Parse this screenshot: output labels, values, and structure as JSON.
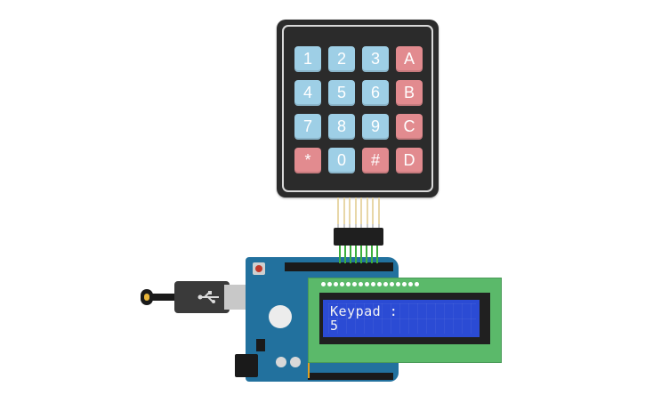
{
  "keypad": {
    "rows": [
      [
        {
          "label": "1",
          "kind": "num"
        },
        {
          "label": "2",
          "kind": "num"
        },
        {
          "label": "3",
          "kind": "num"
        },
        {
          "label": "A",
          "kind": "alpha"
        }
      ],
      [
        {
          "label": "4",
          "kind": "num"
        },
        {
          "label": "5",
          "kind": "num"
        },
        {
          "label": "6",
          "kind": "num"
        },
        {
          "label": "B",
          "kind": "alpha"
        }
      ],
      [
        {
          "label": "7",
          "kind": "num"
        },
        {
          "label": "8",
          "kind": "num"
        },
        {
          "label": "9",
          "kind": "num"
        },
        {
          "label": "C",
          "kind": "alpha"
        }
      ],
      [
        {
          "label": "*",
          "kind": "alpha"
        },
        {
          "label": "0",
          "kind": "num"
        },
        {
          "label": "#",
          "kind": "alpha"
        },
        {
          "label": "D",
          "kind": "alpha"
        }
      ]
    ]
  },
  "lcd": {
    "line1": "Keypad :",
    "line2": "5"
  },
  "colors": {
    "num_key": "#9ecfe6",
    "alpha_key": "#e28b8f",
    "lcd_screen": "#2b4bd4",
    "lcd_board": "#5bb96a",
    "arduino_board": "#22719e",
    "wire": "#3cae3c"
  }
}
